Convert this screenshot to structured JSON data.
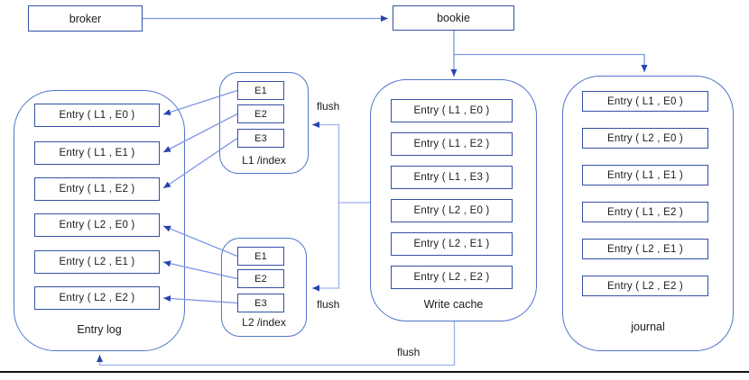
{
  "colors": {
    "box_border": "#3350a4",
    "container_border": "#4f74cc",
    "line": "#7d95e6",
    "flush_line": "#9db0ef",
    "arrowhead": "#2743ae",
    "text": "#1b1b1b",
    "divider": "#111111"
  },
  "nodes": {
    "broker": "broker",
    "bookie": "bookie"
  },
  "labels": {
    "flush": "flush"
  },
  "entry_log": {
    "label": "Entry log",
    "entries": [
      "Entry ( L1 , E0 )",
      "Entry ( L1 , E1 )",
      "Entry ( L1 , E2 )",
      "Entry ( L2 , E0 )",
      "Entry ( L2 , E1 )",
      "Entry ( L2 , E2 )"
    ]
  },
  "l1_index": {
    "label": "L1 /index",
    "items": [
      "E1",
      "E2",
      "E3"
    ]
  },
  "l2_index": {
    "label": "L2 /index",
    "items": [
      "E1",
      "E2",
      "E3"
    ]
  },
  "write_cache": {
    "label": "Write cache",
    "entries": [
      "Entry ( L1 , E0 )",
      "Entry ( L1 , E2 )",
      "Entry ( L1 , E3 )",
      "Entry ( L2 , E0 )",
      "Entry ( L2 , E1 )",
      "Entry ( L2 , E2 )"
    ]
  },
  "journal": {
    "label": "journal",
    "entries": [
      "Entry ( L1 , E0 )",
      "Entry ( L2 , E0 )",
      "Entry ( L1 , E1 )",
      "Entry ( L1 , E2 )",
      "Entry ( L2 , E1 )",
      "Entry ( L2 , E2 )"
    ]
  }
}
